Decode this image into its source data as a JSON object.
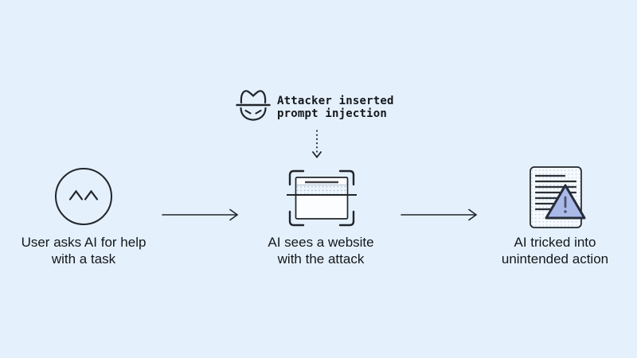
{
  "colors": {
    "bg": "#e4f0fb",
    "stroke": "#21252b",
    "text": "#14171c",
    "triangle-fill": "#a9bae9",
    "triangle-stroke": "#272c3a"
  },
  "attacker": {
    "icon": "spy-hat-face-icon",
    "label_line1": "Attacker inserted",
    "label_line2": "prompt injection"
  },
  "steps": [
    {
      "icon": "smiley-face-icon",
      "label_line1": "User asks AI for help",
      "label_line2": "with a task"
    },
    {
      "icon": "website-scan-icon",
      "label_line1": "AI sees a website",
      "label_line2": "with the attack"
    },
    {
      "icon": "document-warning-icon",
      "label_line1": "AI tricked into",
      "label_line2": "unintended action"
    }
  ],
  "connectors": {
    "arrow1": "user-to-website-arrow",
    "arrow2": "website-to-outcome-arrow",
    "dotted": "attacker-injection-arrow"
  }
}
